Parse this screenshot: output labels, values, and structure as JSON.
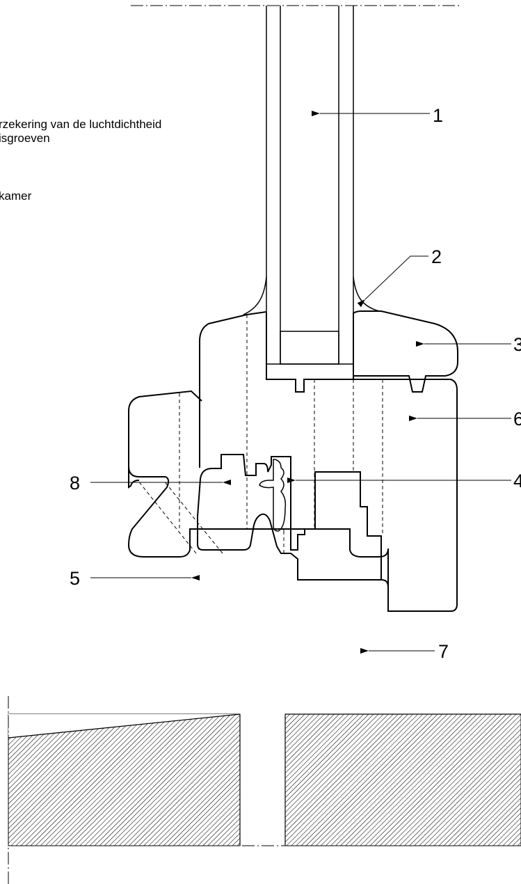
{
  "legend": {
    "lines": [
      "rzekering van de luchtdichtheid",
      "isgroeven",
      "kamer"
    ]
  },
  "callouts": {
    "c1": "1",
    "c2": "2",
    "c3": "3",
    "c4": "4",
    "c5": "5",
    "c6": "6",
    "c7": "7",
    "c8": "8"
  },
  "colors": {
    "line": "#000000",
    "background": "#ffffff",
    "hatch": "#000000"
  }
}
